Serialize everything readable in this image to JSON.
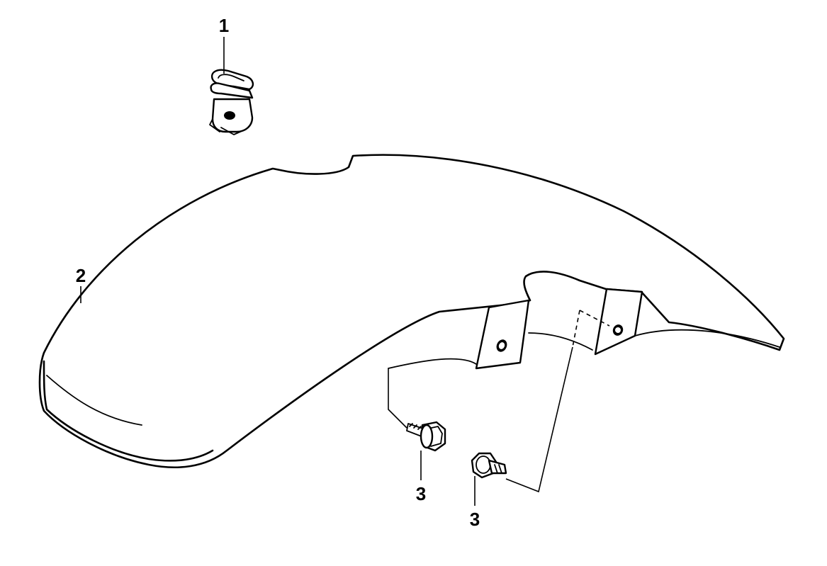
{
  "callouts": {
    "clip": "1",
    "fender": "2",
    "bolt_front": "3",
    "bolt_rear": "3"
  }
}
